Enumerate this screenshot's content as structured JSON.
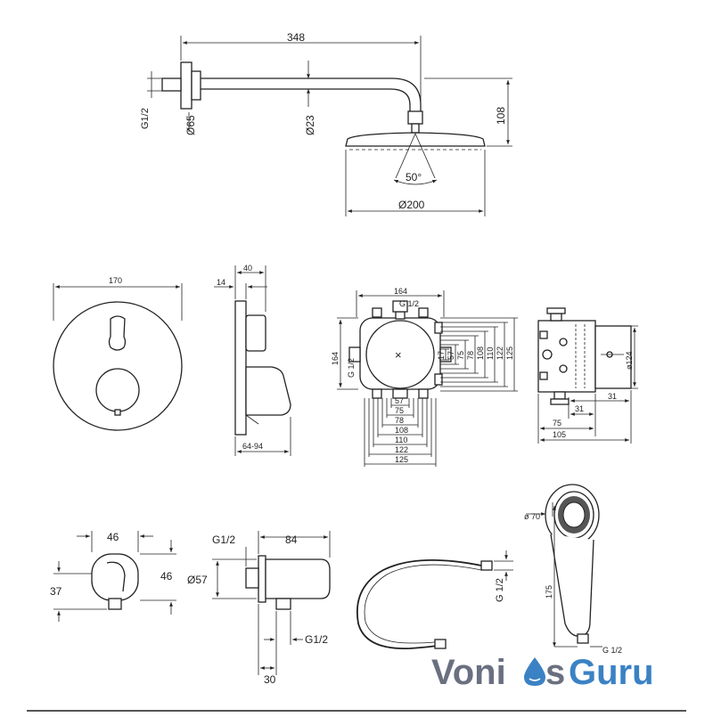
{
  "shower_arm": {
    "length": "348",
    "thread": "G1/2",
    "flange_dia": "Ø65",
    "pipe_dia": "Ø23",
    "height": "108",
    "angle": "50°",
    "head_dia": "Ø200"
  },
  "mixer_plate": {
    "width": "170"
  },
  "mixer_side": {
    "depth": "40",
    "plate": "14",
    "range": "64-94"
  },
  "box_front": {
    "width": "164",
    "thread_top": "G 1/2",
    "height": "164",
    "thread_left": "G 1/2",
    "right_dims": [
      "17",
      "57",
      "75",
      "78",
      "108",
      "110",
      "122",
      "125"
    ],
    "bottom_dims": [
      "57",
      "75",
      "78",
      "108",
      "110",
      "122",
      "125"
    ]
  },
  "box_side": {
    "dia": "ø124",
    "d31": "31",
    "d31b": "31",
    "d75": "75",
    "d105": "105"
  },
  "outlet_front": {
    "width": "46",
    "height": "46",
    "offset": "37"
  },
  "outlet_side": {
    "thread_top": "G1/2",
    "depth": "84",
    "dia": "Ø57",
    "thread_bottom": "G1/2",
    "offset": "30"
  },
  "hose": {
    "thread": "G 1/2"
  },
  "hand_shower": {
    "dia": "ø 70",
    "length": "175",
    "thread": "G 1/2"
  },
  "watermark": {
    "part1": "Voni",
    "part2": "s",
    "part3": "Guru"
  }
}
